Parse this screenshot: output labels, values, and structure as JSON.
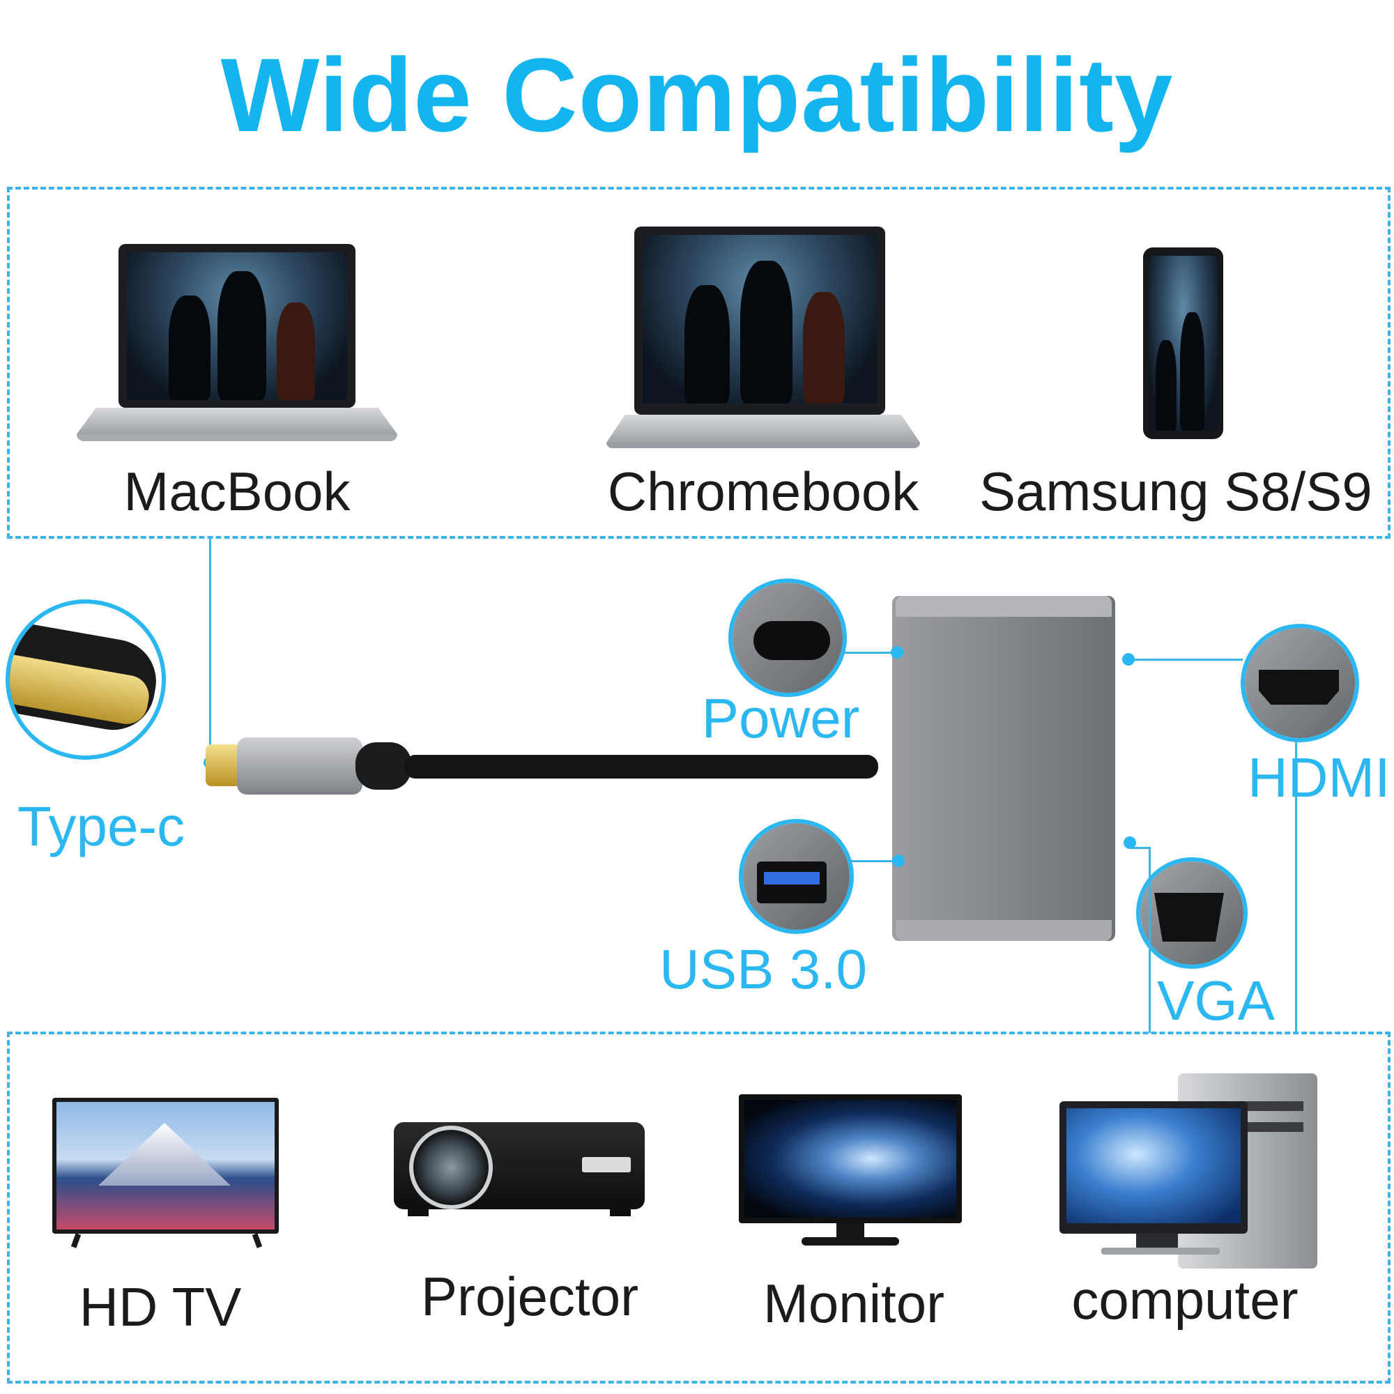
{
  "title": "Wide Compatibility",
  "top_devices": [
    {
      "label": "MacBook",
      "icon": "laptop-icon"
    },
    {
      "label": "Chromebook",
      "icon": "laptop-icon"
    },
    {
      "label": "Samsung S8/S9",
      "icon": "smartphone-icon"
    }
  ],
  "ports": {
    "typec": "Type-c",
    "power": "Power",
    "usb": "USB 3.0",
    "hdmi": "HDMI",
    "vga": "VGA"
  },
  "bottom_devices": [
    {
      "label": "HD TV",
      "icon": "tv-icon"
    },
    {
      "label": "Projector",
      "icon": "projector-icon"
    },
    {
      "label": "Monitor",
      "icon": "monitor-icon"
    },
    {
      "label": "computer",
      "icon": "desktop-computer-icon"
    }
  ],
  "colors": {
    "accent": "#12b5f0",
    "dashed_border": "#3ab4ea",
    "hub_gray": "#8d8f93",
    "text_dark": "#1b1b1b"
  }
}
